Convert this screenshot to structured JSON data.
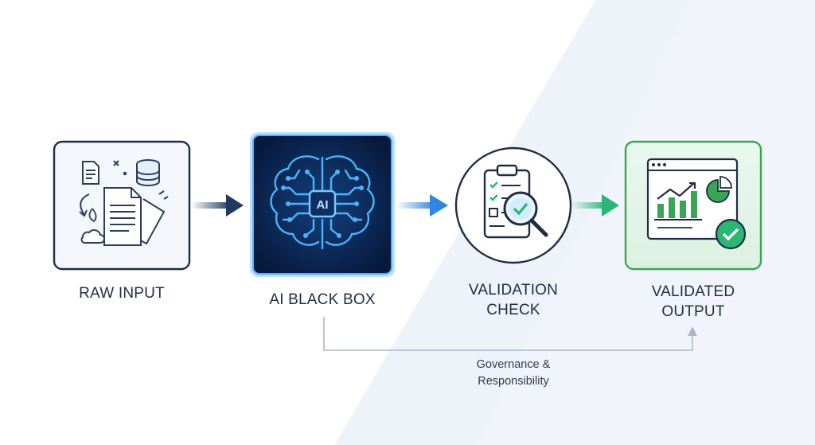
{
  "steps": [
    {
      "id": "raw",
      "label": "RAW INPUT"
    },
    {
      "id": "ai",
      "label": "AI BLACK BOX",
      "chip_text": "AI"
    },
    {
      "id": "validation",
      "label_line1": "VALIDATION",
      "label_line2": "CHECK"
    },
    {
      "id": "output",
      "label_line1": "VALIDATED",
      "label_line2": "OUTPUT"
    }
  ],
  "feedback": {
    "line1": "Governance &",
    "line2": "Responsibility"
  },
  "colors": {
    "navy": "#1f3a5f",
    "ai_bg": "#0a1f44",
    "ai_glow": "#3ea8ff",
    "validation_blue": "#2f87e0",
    "check_green": "#2bb673",
    "output_green": "#3aa655",
    "wedge": "#edf3f9"
  },
  "icons": {
    "raw": [
      "document-icon",
      "database-icon",
      "cloud-icon",
      "loop-arrow-icon"
    ],
    "ai": "brain-circuit-icon",
    "validation": "clipboard-magnifier-icon",
    "output": "dashboard-chart-icon"
  }
}
